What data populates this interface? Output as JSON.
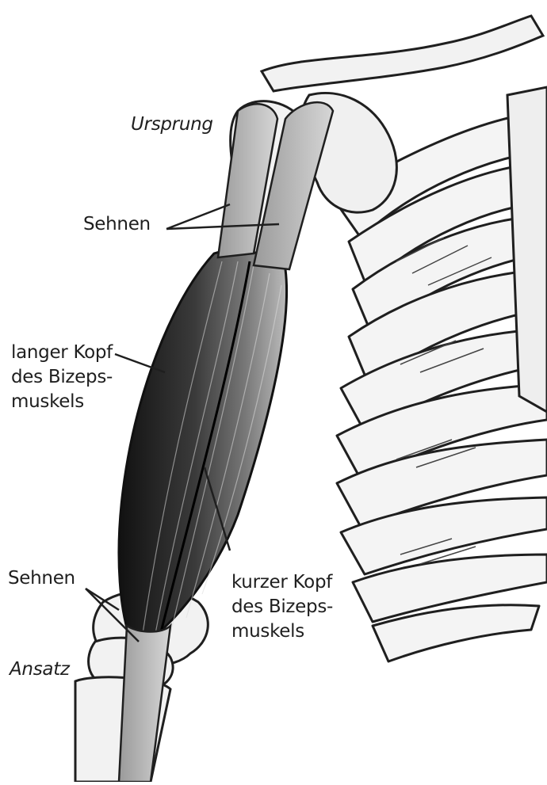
{
  "labels": {
    "origin": "Ursprung",
    "tendons_top": "Sehnen",
    "long_head": "langer Kopf\ndes Bizeps-\nmuskels",
    "tendons_bottom": "Sehnen",
    "insertion": "Ansatz",
    "short_head": "kurzer Kopf\ndes Bizeps-\nmuskels"
  },
  "colors": {
    "ink": "#1f1f1f",
    "muscle_dark": "#2b2b2b",
    "muscle_mid": "#5a5a5a",
    "bone_fill": "#f2f2f2",
    "background": "#ffffff"
  }
}
